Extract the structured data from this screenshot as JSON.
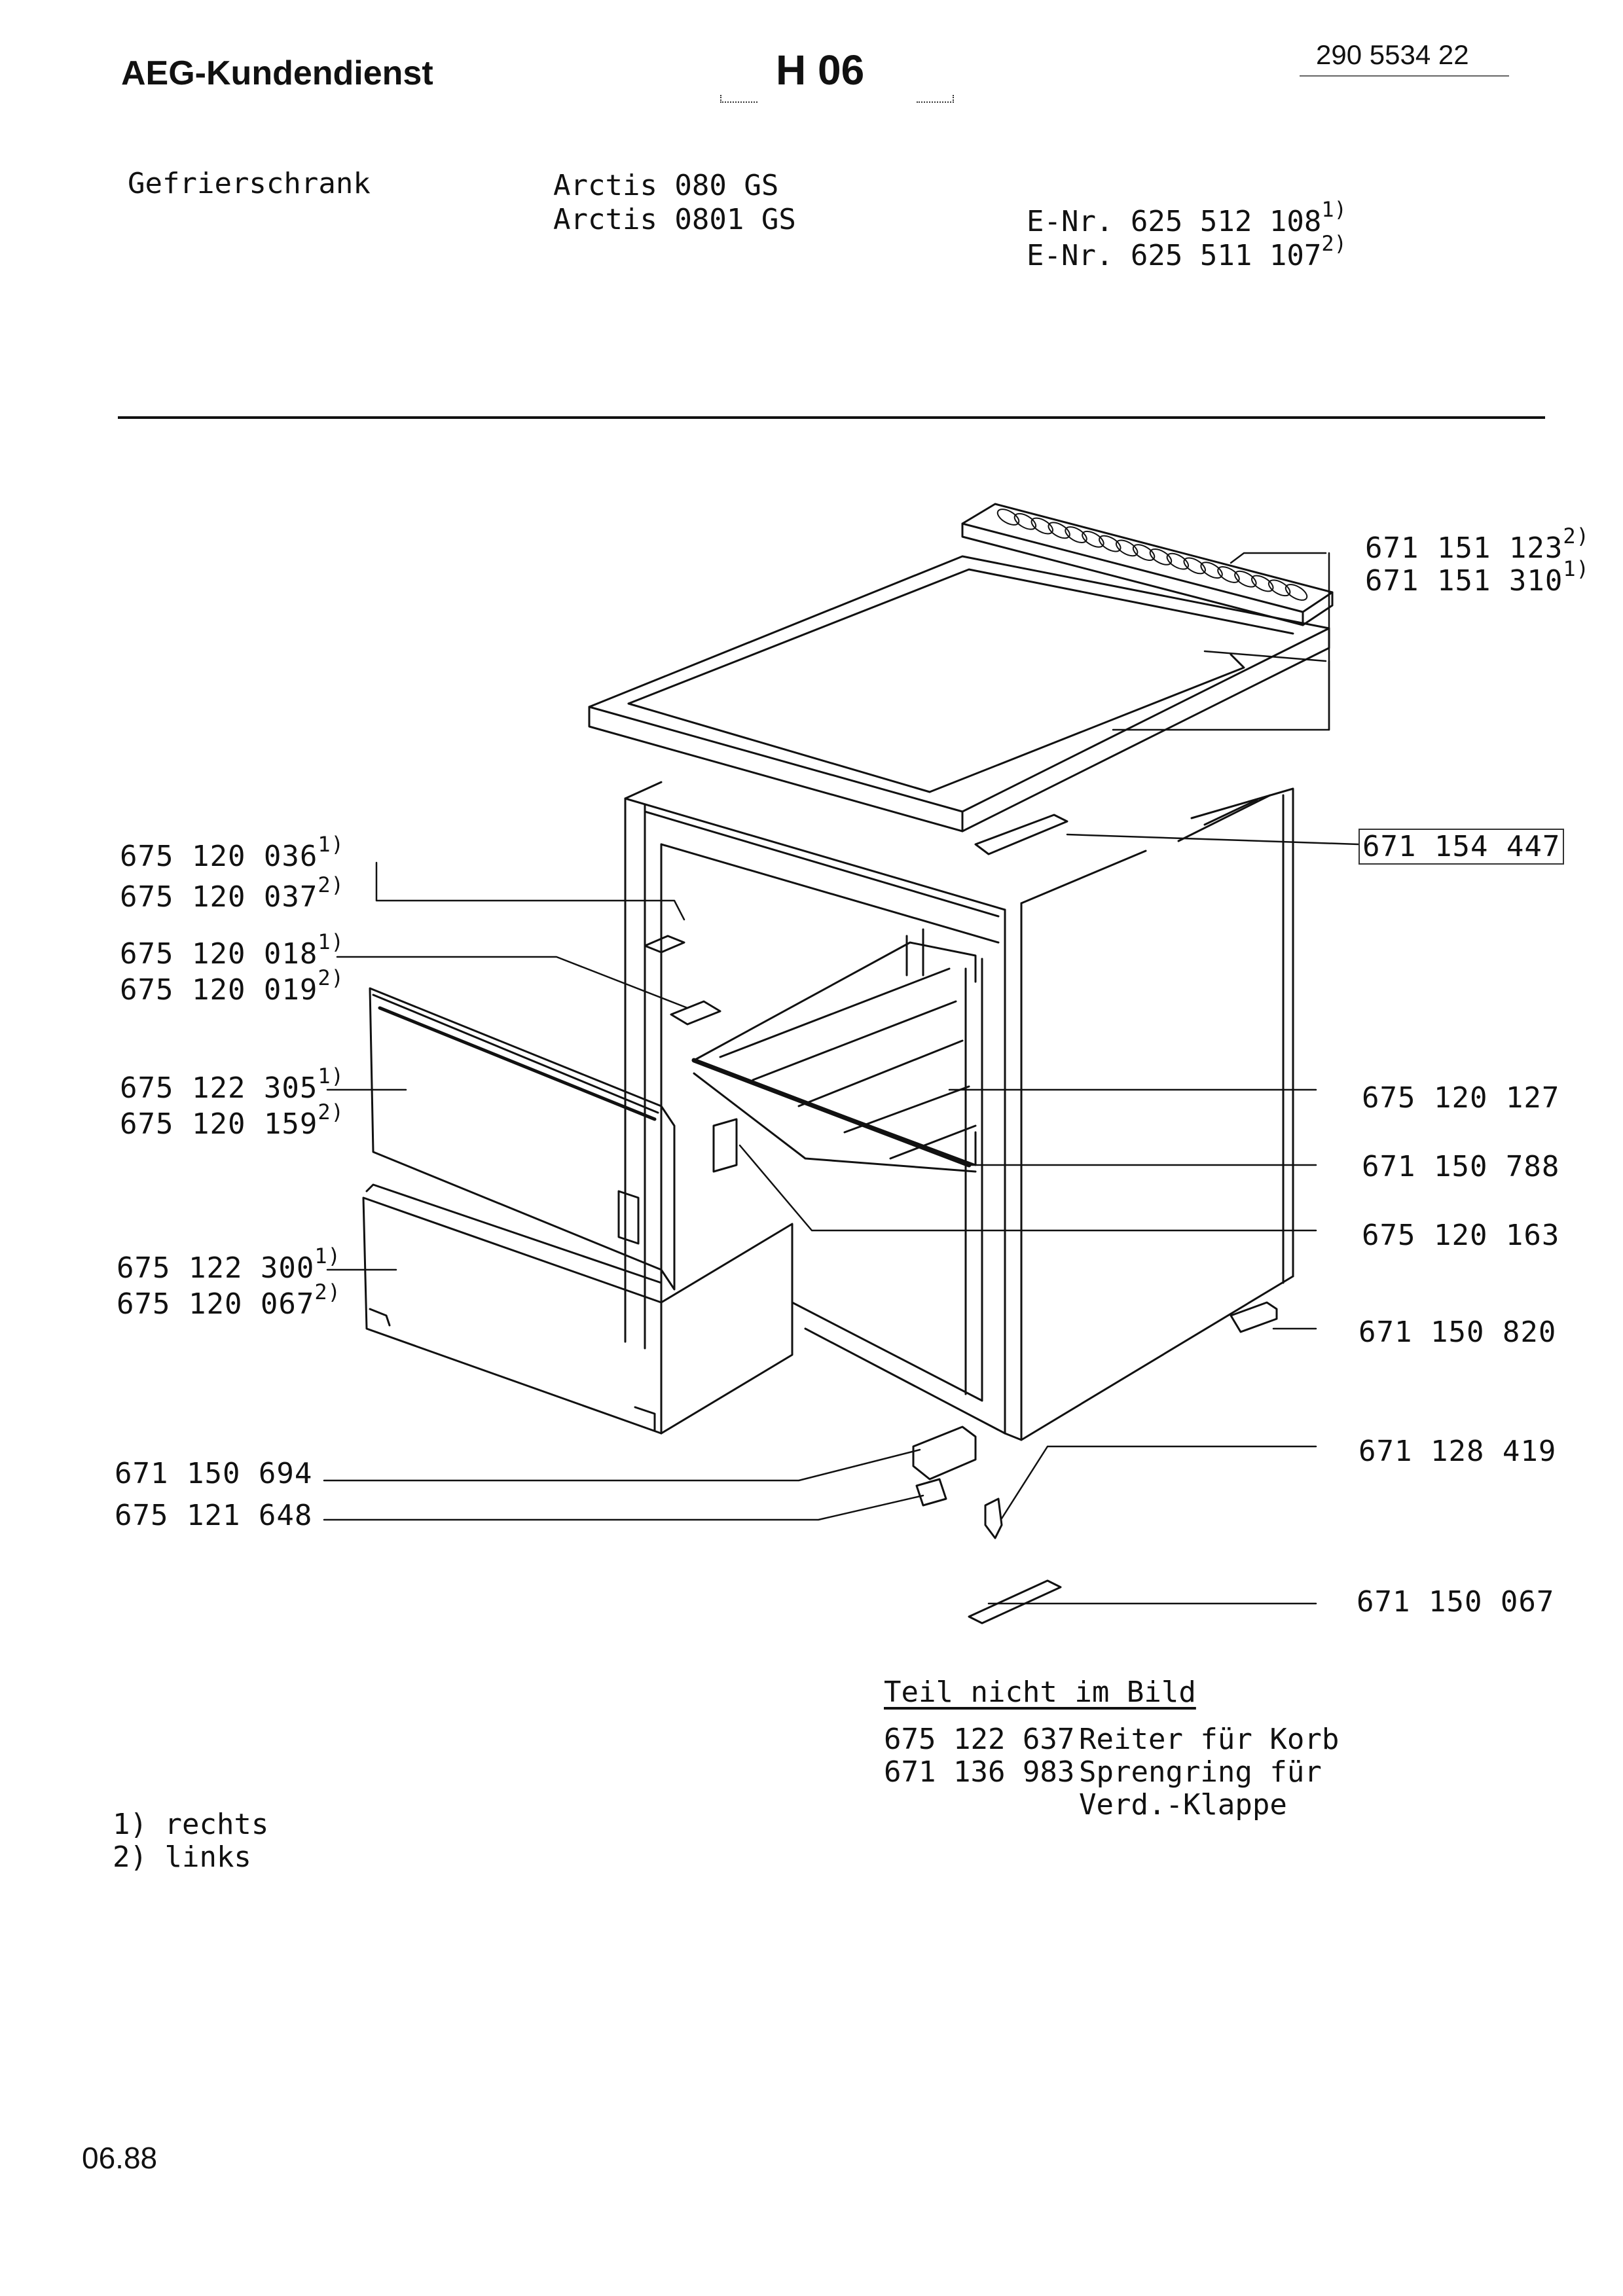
{
  "header": {
    "brand": "AEG-Kundendienst",
    "group_code": "H 06",
    "doc_number": "290 5534 22"
  },
  "product": {
    "type": "Gefrierschrank",
    "models": [
      "Arctis 080 GS",
      "Arctis 0801 GS"
    ],
    "e_numbers": [
      {
        "label": "E-Nr. 625 512 108",
        "note": "1)"
      },
      {
        "label": "E-Nr. 625 511 107",
        "note": "2)"
      }
    ]
  },
  "parts_left": [
    {
      "id": "p036",
      "number": "675 120 036",
      "note": "1)"
    },
    {
      "id": "p037",
      "number": "675 120 037",
      "note": "2)"
    },
    {
      "id": "p018",
      "number": "675 120 018",
      "note": "1)"
    },
    {
      "id": "p019",
      "number": "675 120 019",
      "note": "2)"
    },
    {
      "id": "p305",
      "number": "675 122 305",
      "note": "1)"
    },
    {
      "id": "p159",
      "number": "675 120 159",
      "note": "2)"
    },
    {
      "id": "p300",
      "number": "675 122 300",
      "note": "1)"
    },
    {
      "id": "p067",
      "number": "675 120 067",
      "note": "2)"
    },
    {
      "id": "p694",
      "number": "671 150 694",
      "note": ""
    },
    {
      "id": "p648",
      "number": "675 121 648",
      "note": ""
    }
  ],
  "parts_right": [
    {
      "id": "p123",
      "number": "671 151 123",
      "note": "2)"
    },
    {
      "id": "p310",
      "number": "671 151 310",
      "note": "1)"
    },
    {
      "id": "p447",
      "number": "671 154 447",
      "note": ""
    },
    {
      "id": "p127",
      "number": "675 120 127",
      "note": ""
    },
    {
      "id": "p788",
      "number": "671 150 788",
      "note": ""
    },
    {
      "id": "p163",
      "number": "675 120 163",
      "note": ""
    },
    {
      "id": "p820",
      "number": "671 150 820",
      "note": ""
    },
    {
      "id": "p419",
      "number": "671 128 419",
      "note": ""
    },
    {
      "id": "p067b",
      "number": "671 150 067",
      "note": ""
    }
  ],
  "not_shown": {
    "heading": "Teil nicht im Bild",
    "items": [
      {
        "number": "675 122 637",
        "desc": "Reiter für Korb"
      },
      {
        "number": "671 136 983",
        "desc": "Sprengring für"
      },
      {
        "number": "",
        "desc": "Verd.-Klappe"
      }
    ]
  },
  "footnotes": [
    "1) rechts",
    "2) links"
  ],
  "date": "06.88"
}
